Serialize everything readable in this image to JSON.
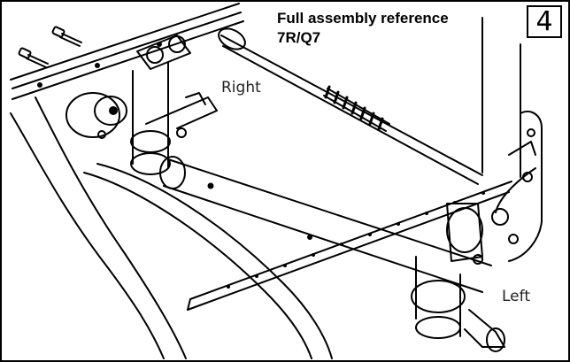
{
  "diagram": {
    "title_line1": "Full assembly reference",
    "title_line2": "7R/Q7",
    "step_number": "4",
    "label_right": "Right",
    "label_left": "Left"
  }
}
